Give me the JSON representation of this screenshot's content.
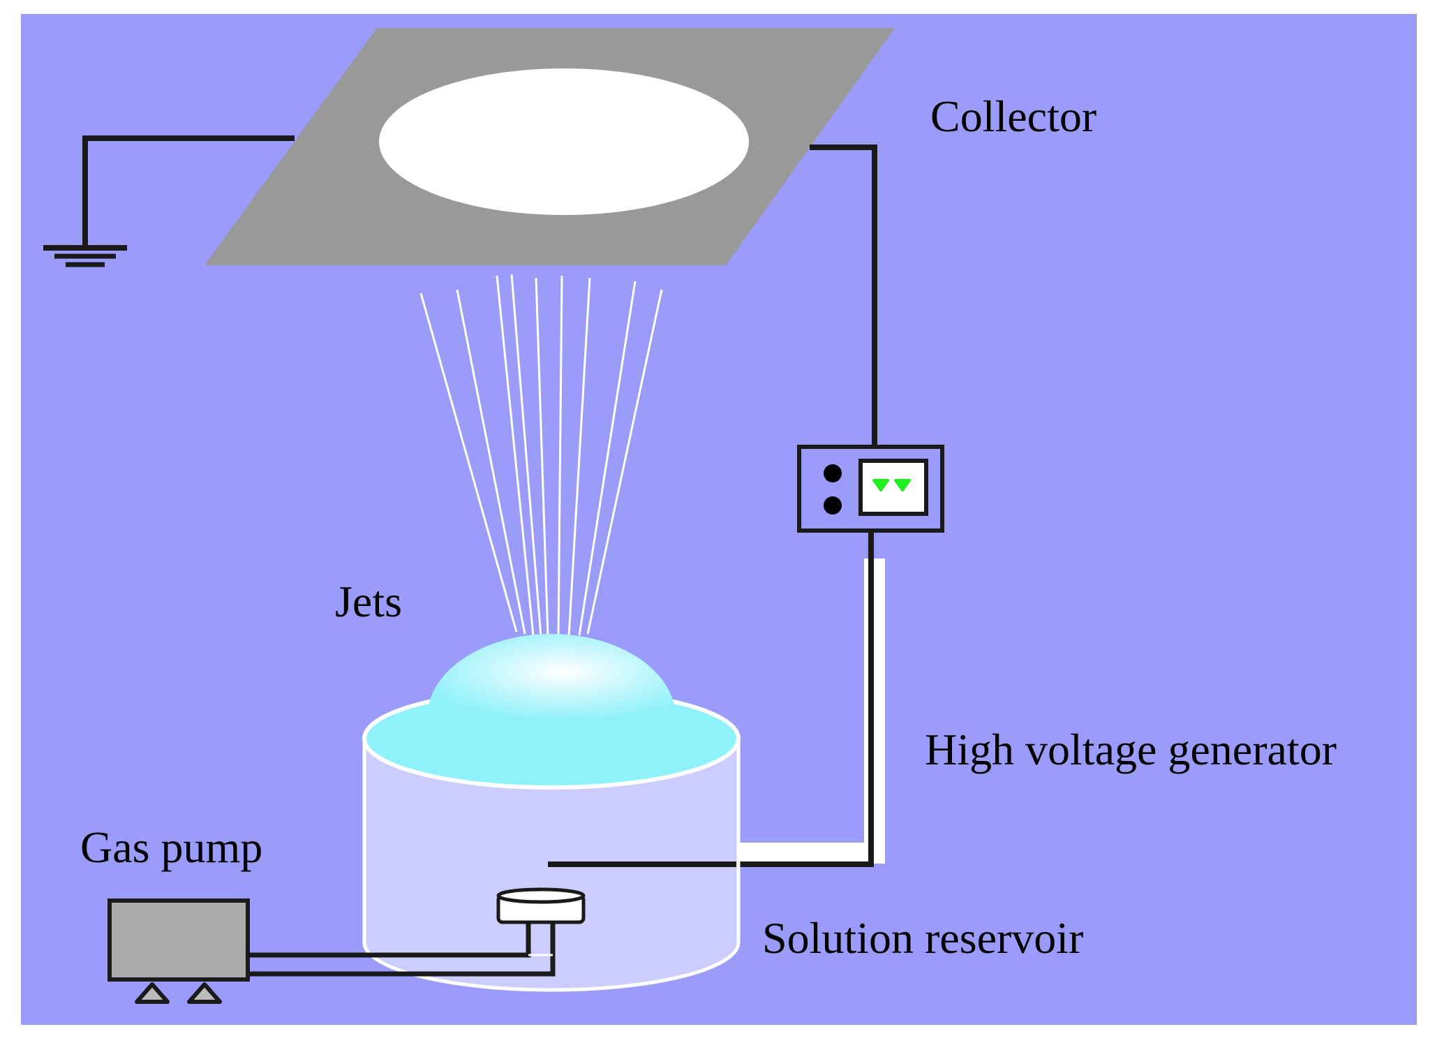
{
  "labels": {
    "collector": "Collector",
    "jets": "Jets",
    "high_voltage_generator": "High voltage generator",
    "gas_pump": "Gas pump",
    "solution_reservoir": "Solution reservoir"
  },
  "colors": {
    "background": "#9b9cf9",
    "collector_plate": "#999999",
    "collection_disc": "#ffffff",
    "wire": "#1a1a1a",
    "jet": "#ffffff",
    "reservoir_body": "#cccdfc",
    "solution_surface": "#8ff2fb",
    "solution_dome": "#bff6fb",
    "gas_pump_body": "#aaaaaa",
    "indicator_light": "#22ee22"
  },
  "icons": {
    "ground": "ground-symbol-icon",
    "indicator": "green-indicator-icon"
  }
}
